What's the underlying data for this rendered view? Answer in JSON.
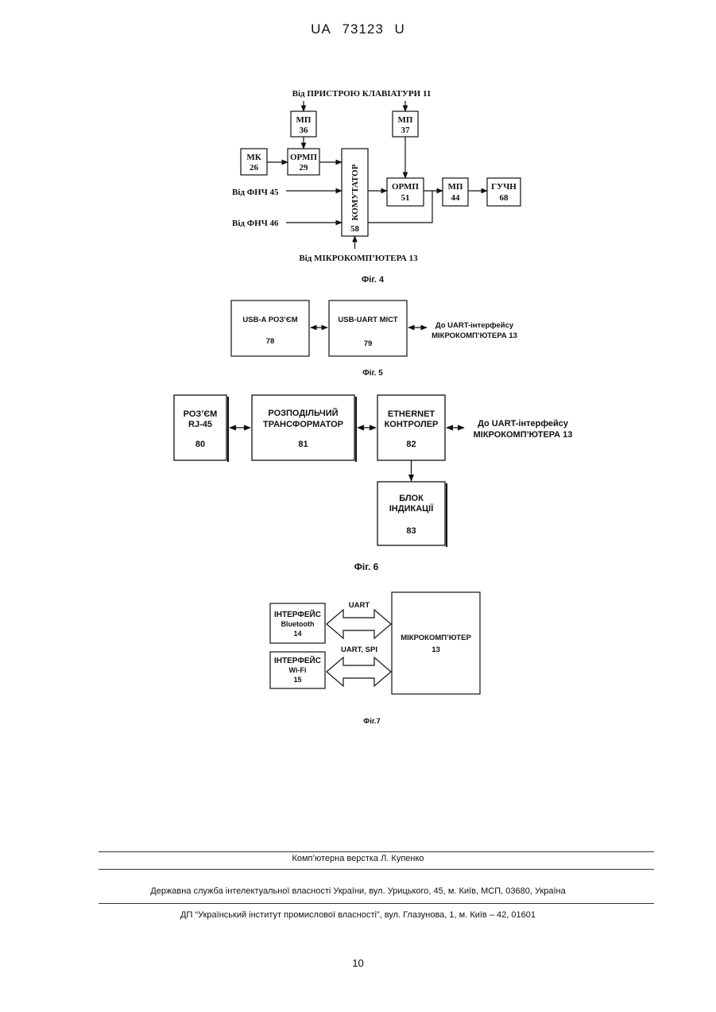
{
  "header": {
    "prefix": "UA",
    "number": "73123",
    "suffix": "U"
  },
  "fig4": {
    "caption": "Фіг. 4",
    "from_keyboard": "Від ПРИСТРОЮ КЛАВІАТУРИ   11",
    "from_microcomputer": "Від МІКРОКОМП’ЮТЕРА 13",
    "from_lpf45": "Від ФНЧ 45",
    "from_lpf46": "Від ФНЧ 46",
    "blocks": {
      "mp36": {
        "name": "МП",
        "num": "36"
      },
      "mp37": {
        "name": "МП",
        "num": "37"
      },
      "mk26": {
        "name": "МК",
        "num": "26"
      },
      "ormp29": {
        "name": "ОРМП",
        "num": "29"
      },
      "switch58": {
        "name": "КОМУТАТОР",
        "num": "58"
      },
      "ormp51": {
        "name": "ОРМП",
        "num": "51"
      },
      "mp44": {
        "name": "МП",
        "num": "44"
      },
      "speaker68": {
        "name": "ГУЧН",
        "num": "68"
      }
    }
  },
  "fig5": {
    "caption": "Фіг. 5",
    "usb_connector": {
      "name": "USB-A РОЗ’ЄМ",
      "num": "78"
    },
    "usb_uart": {
      "name": "USB-UART МІСТ",
      "num": "79"
    },
    "to_uart_line1": "До UART-інтерфейсу",
    "to_uart_line2": "МІКРОКОМП’ЮТЕРА 13"
  },
  "fig6": {
    "caption": "Фіг. 6",
    "connector": {
      "line1": "РОЗ’ЄМ",
      "line2": "RJ-45",
      "num": "80"
    },
    "transformer": {
      "line1": "РОЗПОДІЛЬЧИЙ",
      "line2": "ТРАНСФОРМАТОР",
      "num": "81"
    },
    "ethernet": {
      "line1": "ETHERNET",
      "line2": "КОНТРОЛЕР",
      "num": "82"
    },
    "indicator": {
      "line1": "БЛОК",
      "line2": "ІНДИКАЦІЇ",
      "num": "83"
    },
    "to_uart_line1": "До UART-інтерфейсу",
    "to_uart_line2": "МІКРОКОМП’ЮТЕРА 13"
  },
  "fig7": {
    "caption": "Фіг.7",
    "bluetooth": {
      "line1": "ІНТЕРФЕЙС",
      "line2": "Bluetooth",
      "num": "14"
    },
    "wifi": {
      "line1": "ІНТЕРФЕЙС",
      "line2": "Wi-Fi",
      "num": "15"
    },
    "microcomputer": {
      "name": "МІКРОКОМП’ЮТЕР",
      "num": "13"
    },
    "uart_label": "UART",
    "uart_spi_label": "UART, SPI"
  },
  "footer": {
    "layout": "Комп’ютерна верстка Л. Купенко",
    "agency": "Державна служба інтелектуальної власності України, вул. Урицького, 45, м. Київ, МСП, 03680, Україна",
    "institute": "ДП “Український інститут промислової власності”, вул. Глазунова, 1, м. Київ – 42, 01601",
    "page_number": "10"
  }
}
